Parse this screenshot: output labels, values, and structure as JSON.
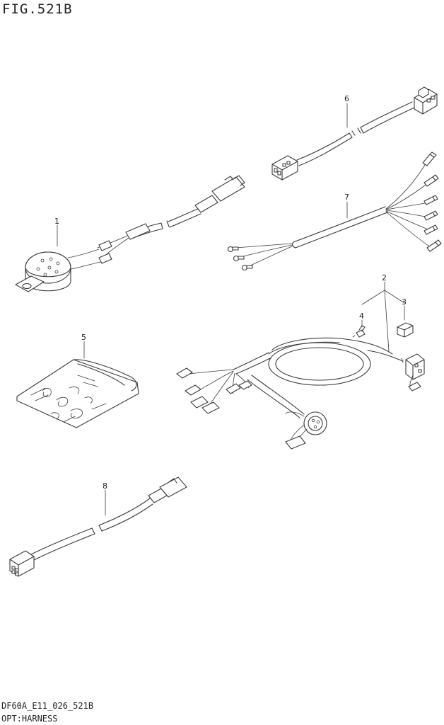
{
  "figure": {
    "title": "FIG.521B"
  },
  "callouts": [
    "1",
    "2",
    "3",
    "4",
    "5",
    "6",
    "7",
    "8"
  ],
  "footer": {
    "code": "DF60A_E11_026_521B",
    "subtitle": "OPT:HARNESS"
  }
}
